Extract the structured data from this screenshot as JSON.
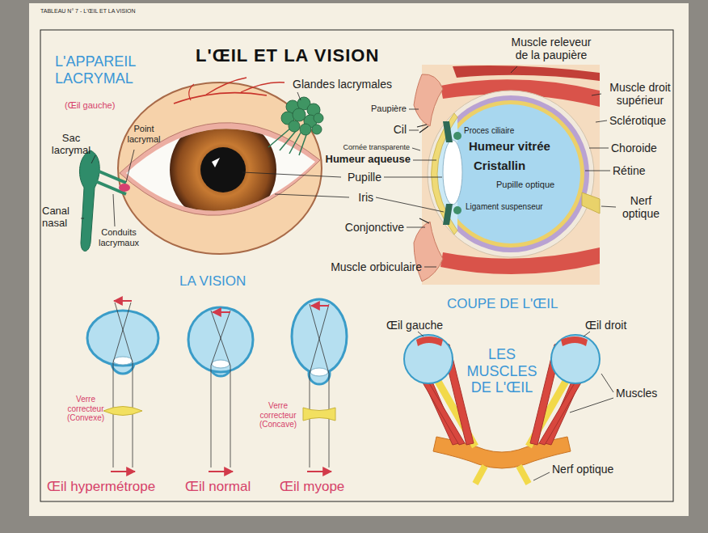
{
  "diagram": {
    "title": "L'ŒIL ET LA VISION",
    "labels": [
      "TABLEAU N° 7 - L'ŒIL ET LA VISION",
      "L'APPAREIL LACRYMAL",
      "(Œil gauche)",
      "Glandes lacrymales",
      "Sac lacrymal",
      "Point lacrymal",
      "Canal nasal",
      "Conduits lacrymaux",
      "Paupière",
      "Cil",
      "Cornée transparente",
      "Humeur aqueuse",
      "Pupille",
      "Iris",
      "Conjonctive",
      "Muscle orbiculaire",
      "Muscle releveur de la paupière",
      "Muscle droit supérieur",
      "Sclérotique",
      "Choroide",
      "Rétine",
      "Nerf optique",
      "Proces ciliaire",
      "Humeur vitrée",
      "Cristallin",
      "Pupille optique",
      "Ligament suspenseur",
      "LA VISION",
      "Verre correcteur (Convexe)",
      "Verre correcteur (Concave)",
      "Œil hypermétrope",
      "Œil normal",
      "Œil myope",
      "COUPE DE L'ŒIL",
      "Œil gauche",
      "Œil droit",
      "LES MUSCLES DE L'ŒIL",
      "Muscles",
      "Nerf optique"
    ]
  }
}
